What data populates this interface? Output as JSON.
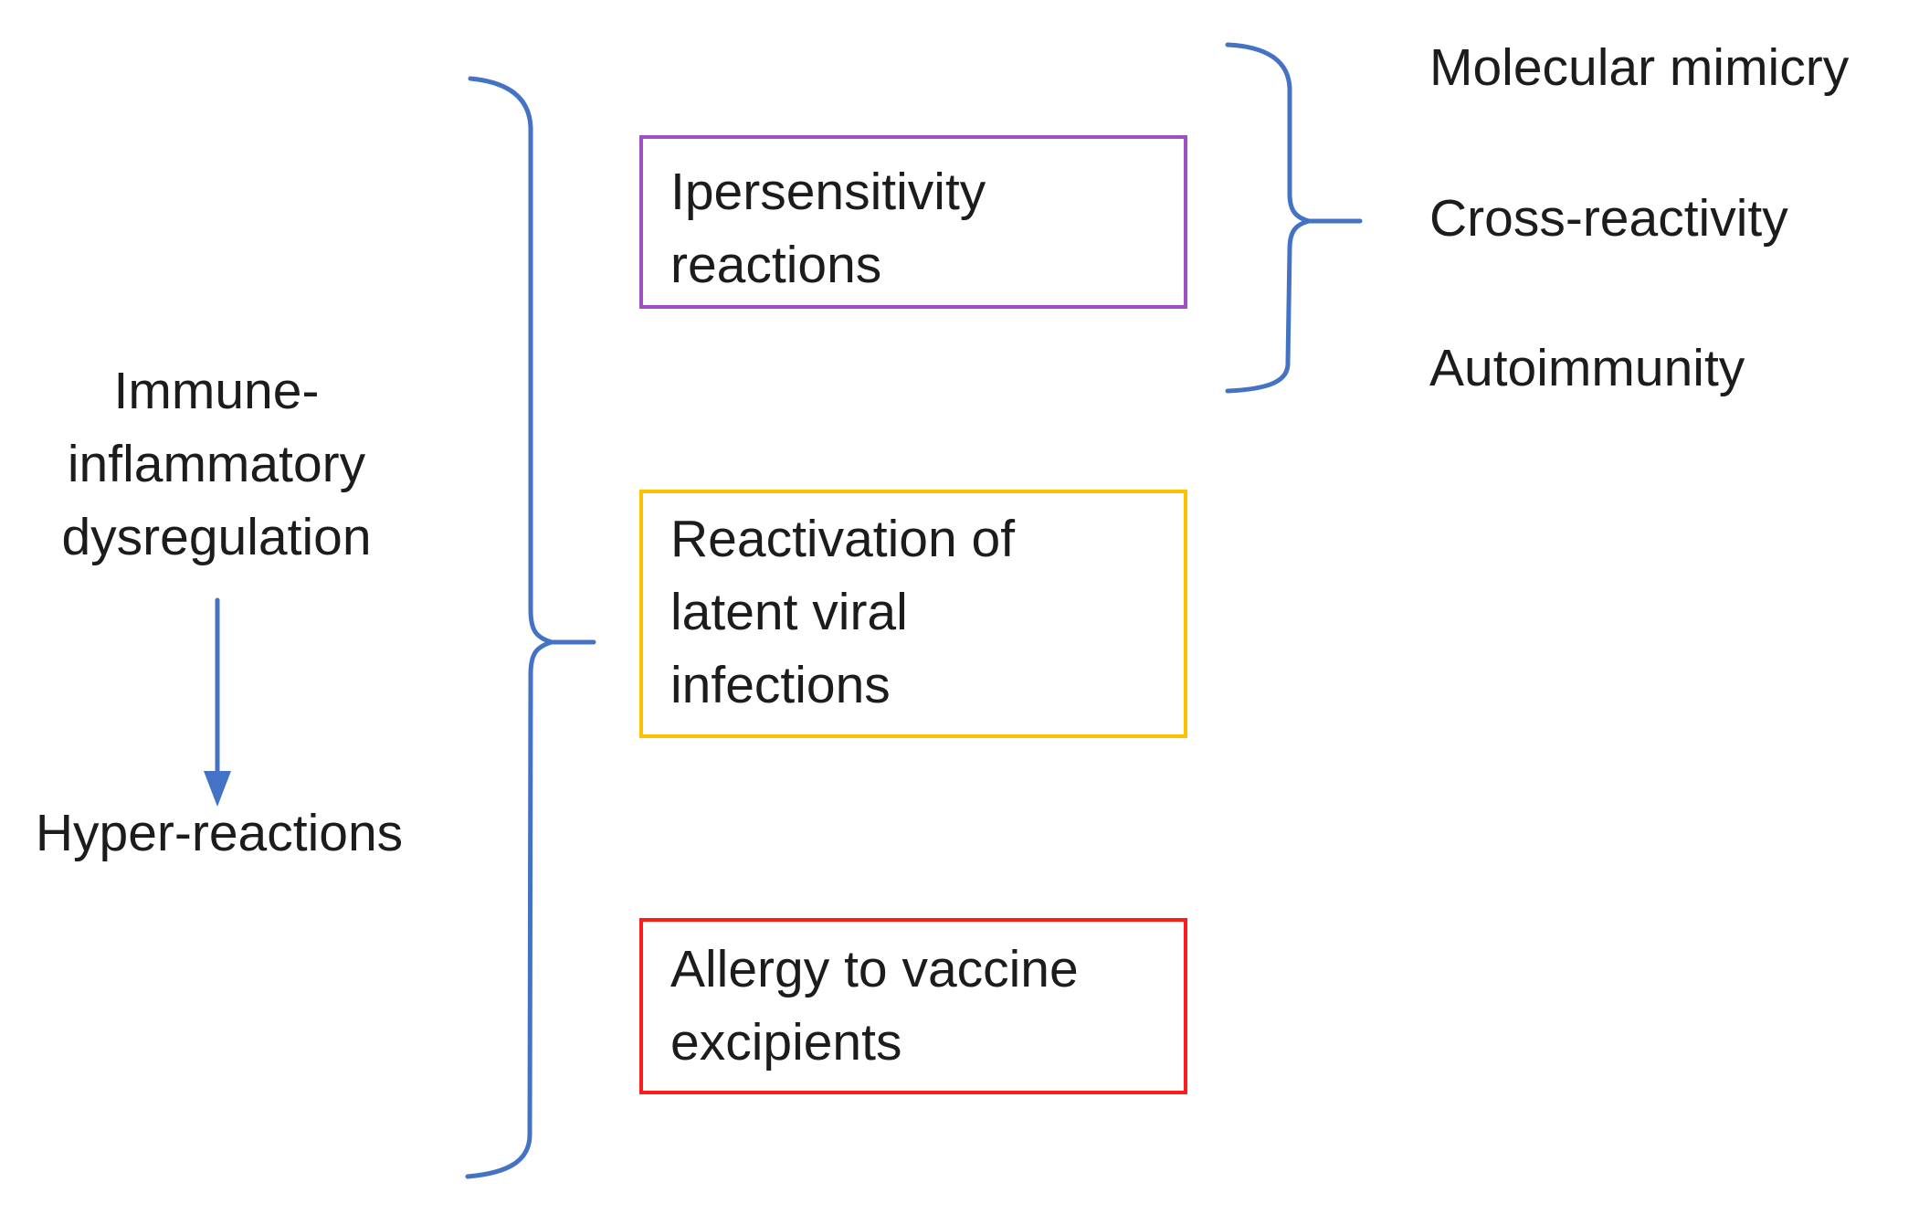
{
  "diagram": {
    "cause": {
      "label": "Immune-\ninflammatory\ndysregulation"
    },
    "effect": {
      "label": "Hyper-reactions"
    },
    "mechanism_boxes": [
      {
        "label": "Ipersensitivity\nreactions",
        "border_color": "#a150c4",
        "color_name": "purple"
      },
      {
        "label": "Reactivation of\nlatent viral\ninfections",
        "border_color": "#ffc000",
        "color_name": "gold"
      },
      {
        "label": "Allergy to vaccine\nexcipients",
        "border_color": "#fe1b1b",
        "color_name": "red"
      }
    ],
    "outcomes": [
      "Molecular mimicry",
      "Cross-reactivity",
      "Autoimmunity"
    ]
  },
  "colors": {
    "connector_blue": "#4472c4",
    "text": "#1c1c1c",
    "background": "#ffffff"
  }
}
